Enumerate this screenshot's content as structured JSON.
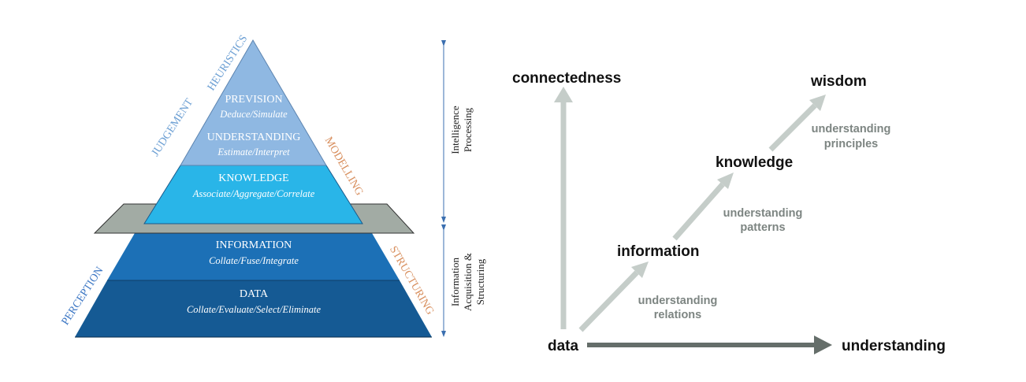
{
  "pyramid": {
    "levels": [
      {
        "key": "prevision",
        "title": "PREVISION",
        "subtitle": "Deduce/Simulate"
      },
      {
        "key": "understanding",
        "title": "UNDERSTANDING",
        "subtitle": "Estimate/Interpret"
      },
      {
        "key": "knowledge",
        "title": "KNOWLEDGE",
        "subtitle": "Associate/Aggregate/Correlate"
      },
      {
        "key": "information",
        "title": "INFORMATION",
        "subtitle": "Collate/Fuse/Integrate"
      },
      {
        "key": "data",
        "title": "DATA",
        "subtitle": "Collate/Evaluate/Select/Eliminate"
      }
    ],
    "side_labels": {
      "judgement": "JUDGEMENT",
      "heuristics": "HEURISTICS",
      "modelling": "MODELLING",
      "perception": "PERCEPTION",
      "structuring": "STRUCTURING"
    },
    "brackets": {
      "upper_line1": "Intelligence",
      "upper_line2": "Processing",
      "lower_line1": "Information",
      "lower_line2": "Acquisition &",
      "lower_line3": "Structuring"
    },
    "colors": {
      "top": "#8fb8e2",
      "knowledge": "#29b5e8",
      "information": "#1c70b6",
      "data": "#155a94",
      "plane": "#a2aba4",
      "orange": "#d88f5e",
      "blue_label": "#6a9ed3",
      "bracket": "#3b6fb0"
    }
  },
  "dikw": {
    "nodes": {
      "connectedness": "connectedness",
      "wisdom": "wisdom",
      "knowledge": "knowledge",
      "information": "information",
      "data": "data",
      "understanding": "understanding"
    },
    "annotations": {
      "principles_1": "understanding",
      "principles_2": "principles",
      "patterns_1": "understanding",
      "patterns_2": "patterns",
      "relations_1": "understanding",
      "relations_2": "relations"
    },
    "colors": {
      "light_arrow": "#c5cdc9",
      "dark_arrow": "#656e6a",
      "annotation": "#7d8582",
      "node_text": "#111111"
    }
  }
}
